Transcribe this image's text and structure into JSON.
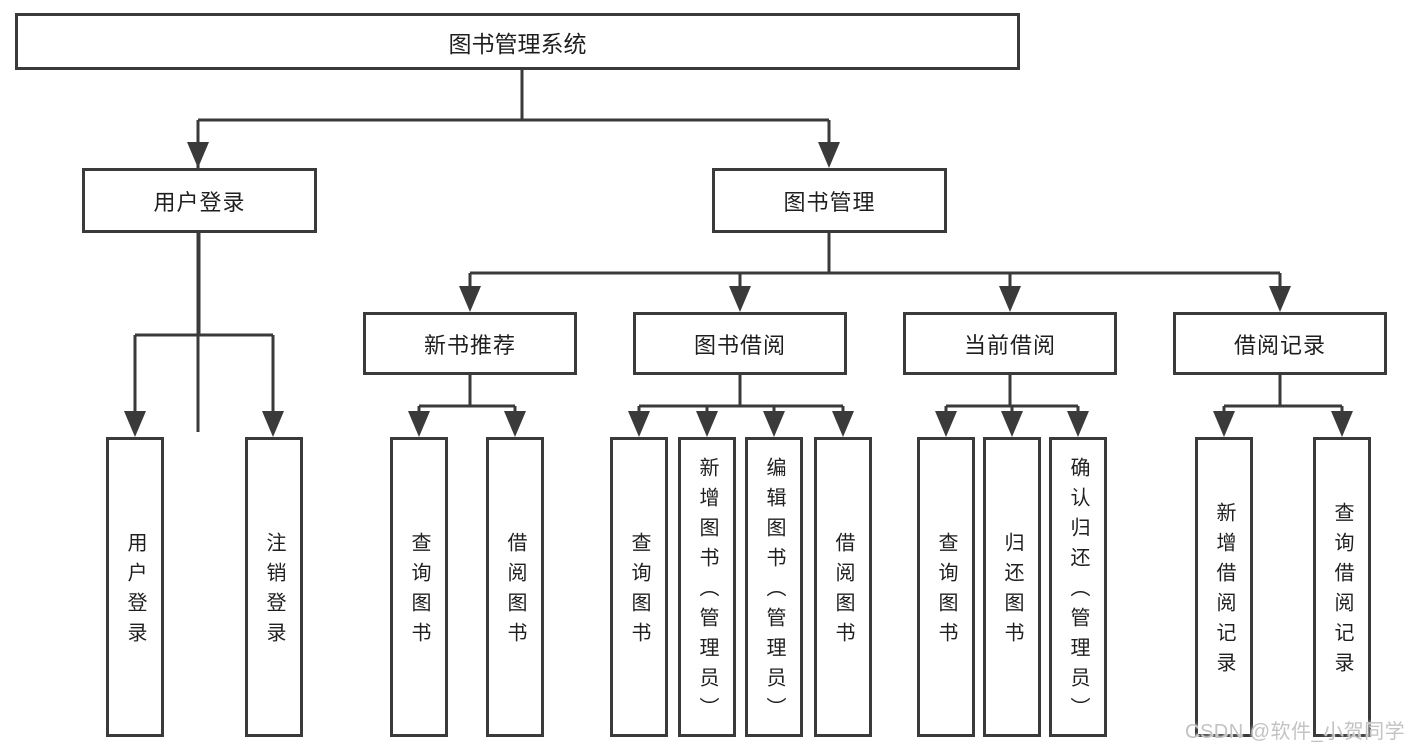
{
  "diagram_title": "图书管理系统",
  "nodes": {
    "root": "图书管理系统",
    "user_login": "用户登录",
    "book_mgmt": "图书管理",
    "new_book_rec": "新书推荐",
    "book_borrow": "图书借阅",
    "current_borrow": "当前借阅",
    "borrow_records": "借阅记录",
    "leaf_user_login": "用户登录",
    "leaf_logout": "注销登录",
    "nb_query_books": "查询图书",
    "nb_borrow_books": "借阅图书",
    "bb_query_books": "查询图书",
    "bb_add_books": "新增图书（管理员）",
    "bb_edit_books": "编辑图书（管理员）",
    "bb_borrow_books": "借阅图书",
    "cb_query_books": "查询图书",
    "cb_return_books": "归还图书",
    "cb_confirm_return": "确认归还（管理员）",
    "br_add_record": "新增借阅记录",
    "br_query_record": "查询借阅记录"
  },
  "watermark": "CSDN @软件_小贺同学",
  "colors": {
    "line": "#3a3a3a",
    "text": "#1f1f1f",
    "background": "#ffffff",
    "watermark": "#c3c3c3"
  }
}
